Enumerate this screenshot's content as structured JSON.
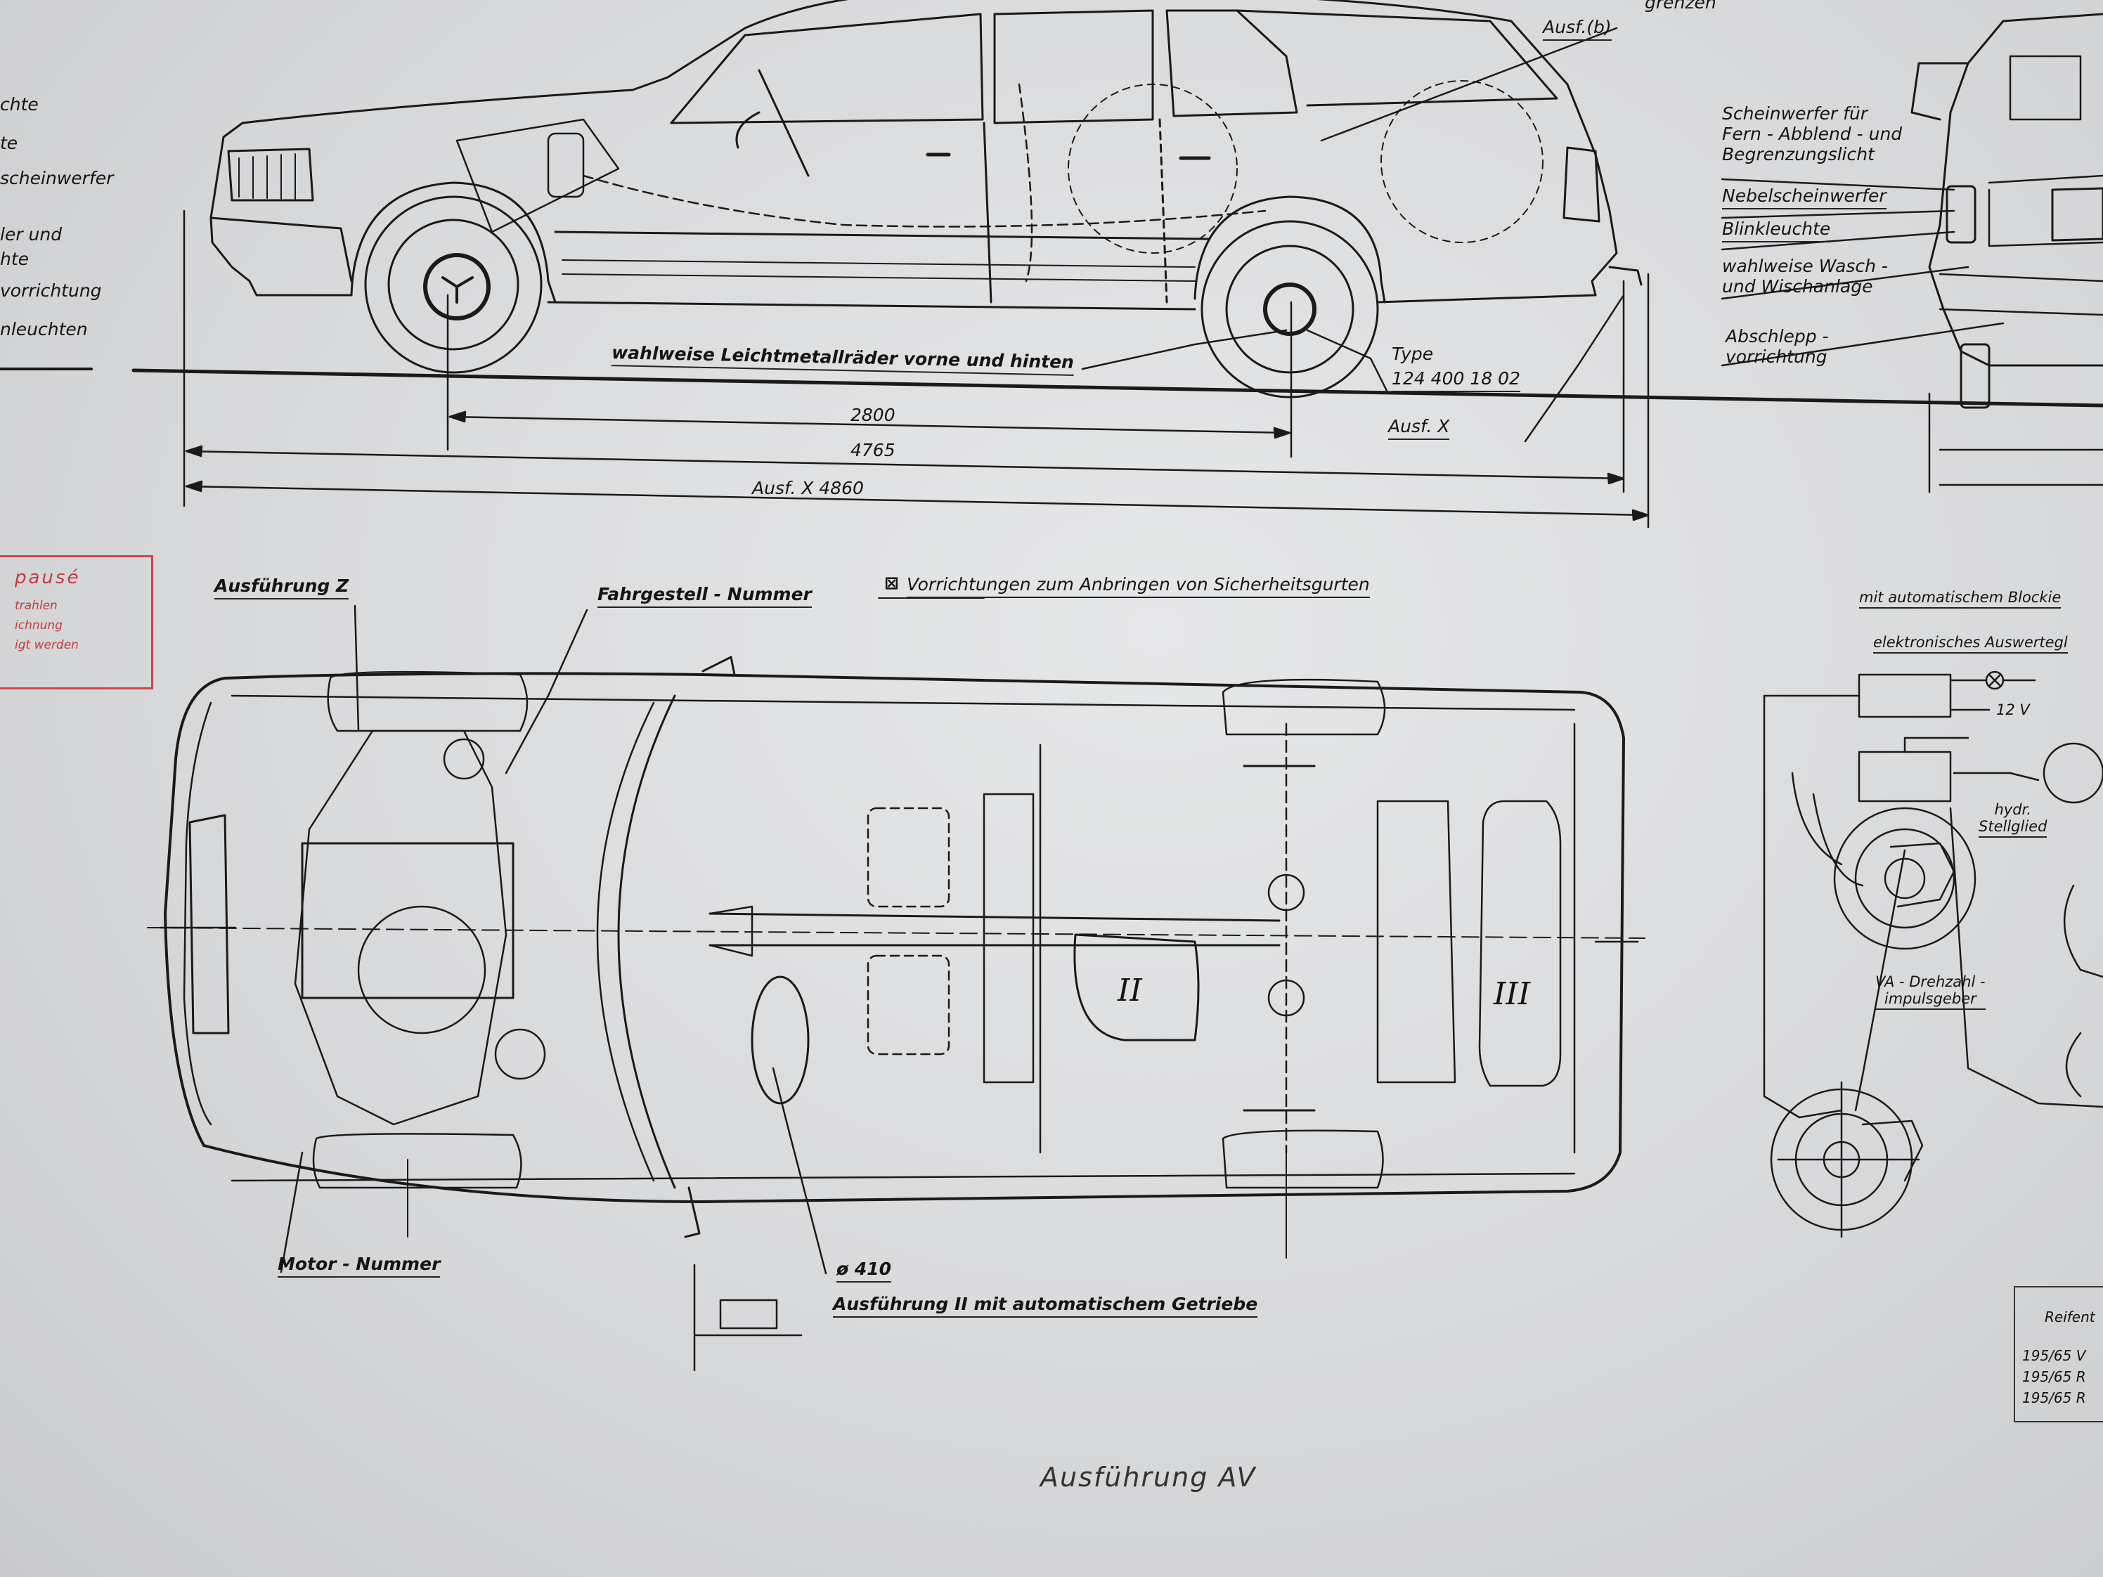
{
  "side_view": {
    "left_partial_labels": [
      "chte",
      "te",
      "scheinwerfer",
      "ler und",
      "hte",
      "vorrichtung",
      "nleuchten"
    ],
    "top_partial": "grenzen",
    "ausf_b": "Ausf.(b)",
    "wheels_note": "wahlweise Leichtmetallräder vorne und hinten",
    "type_label": "Type",
    "type_number": "124 400 18 02",
    "ausf_x": "Ausf. X",
    "dim_wheelbase": "2800",
    "dim_length": "4765",
    "dim_length_x": "Ausf. X 4860"
  },
  "front_view": {
    "headlights": "Scheinwerfer für\nFern - Abblend - und\nBegrenzungslicht",
    "fog": "Nebelscheinwerfer",
    "indicator": "Blinkleuchte",
    "washer": "wahlweise Wasch -\nund Wischanlage",
    "tow": "Abschlepp -\nvorrichtung"
  },
  "stamp": {
    "title": "pausé",
    "lines": "trahlen\nichnung\nigt werden"
  },
  "top_view": {
    "ausf_z": "Ausführung Z",
    "chassis_no": "Fahrgestell - Nummer",
    "seatbelt": "Vorrichtungen zum Anbringen von Sicherheitsgurten",
    "seatbelt_marker": "⊠",
    "motor_no": "Motor - Nummer",
    "diameter": "ø 410",
    "ausf_ii": "Ausführung II mit automatischem Getriebe",
    "tank_ii": "II",
    "tank_iii": "III"
  },
  "abs_diagram": {
    "title": "mit automatischem Blockie",
    "ecu": "elektronisches Auswertegl",
    "voltage": "12 V",
    "actuator": "hydr.\nStellglied",
    "sensor": "VA - Drehzahl -\nimpulsgeber"
  },
  "tire_table": {
    "header": "Reifent",
    "rows": [
      "195/65 V",
      "195/65 R",
      "195/65 R"
    ]
  },
  "footer": "Ausführung AV"
}
